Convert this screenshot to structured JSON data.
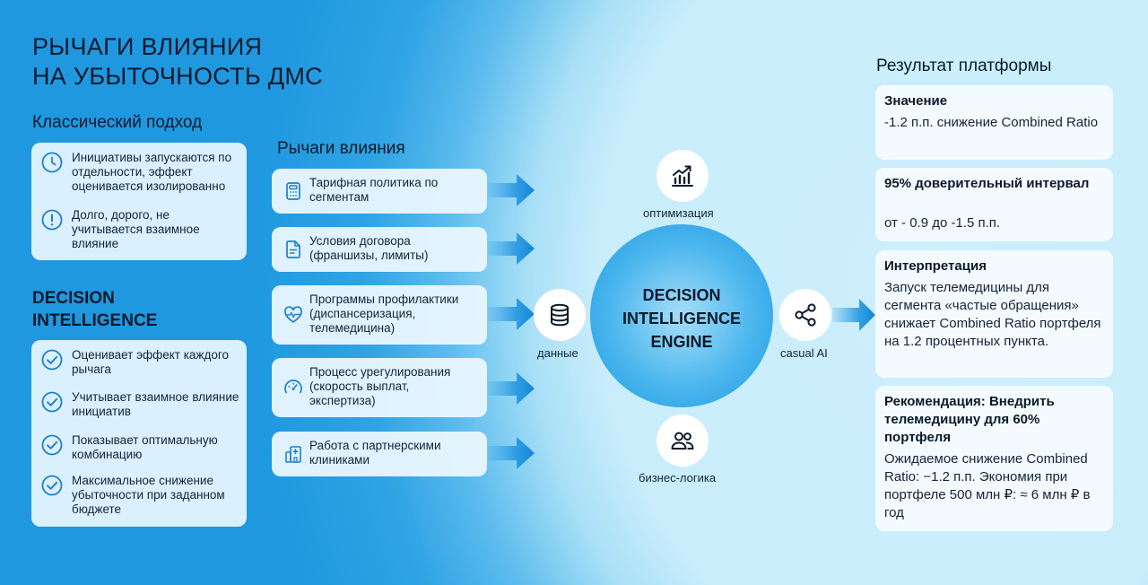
{
  "title": {
    "line1": "РЫЧАГИ ВЛИЯНИЯ",
    "line2": "НА УБЫТОЧНОСТЬ ДМС"
  },
  "classic": {
    "heading": "Классический подход",
    "items": [
      {
        "icon": "clock-icon",
        "text": "Инициативы запускаются по отдельности, эффект оценивается изолированно"
      },
      {
        "icon": "alert-circle-icon",
        "text": "Долго, дорого, не учитывается взаимное влияние"
      }
    ]
  },
  "di": {
    "heading_line1": "DECISION",
    "heading_line2": "INTELLIGENCE",
    "items": [
      {
        "icon": "check-circle-icon",
        "text": "Оценивает эффект каждого рычага"
      },
      {
        "icon": "check-circle-icon",
        "text": "Учитывает взаимное влияние инициатив"
      },
      {
        "icon": "check-circle-icon",
        "text": "Показывает оптимальную комбинацию"
      },
      {
        "icon": "check-circle-icon",
        "text": "Максимальное снижение убыточности при заданном бюджете"
      }
    ]
  },
  "levers": {
    "heading": "Рычаги влияния",
    "items": [
      {
        "icon": "calculator-icon",
        "text": "Тарифная политика по сегментам"
      },
      {
        "icon": "document-icon",
        "text": "Условия договора (франшизы, лимиты)"
      },
      {
        "icon": "heart-pulse-icon",
        "text": "Программы профилактики (диспансеризация, телемедицина)"
      },
      {
        "icon": "speedometer-icon",
        "text": "Процесс урегулирования (скорость выплат, экспертиза)"
      },
      {
        "icon": "hospital-icon",
        "text": "Работа с партнерскими клиниками"
      }
    ]
  },
  "engine": {
    "line1": "DECISION",
    "line2": "INTELLIGENCE",
    "line3": "ENGINE",
    "nodes": {
      "optimization": {
        "icon": "chart-up-icon",
        "label": "оптимизация"
      },
      "data": {
        "icon": "database-icon",
        "label": "данные"
      },
      "ai": {
        "icon": "share-icon",
        "label": "casual AI"
      },
      "logic": {
        "icon": "users-icon",
        "label": "бизнес-логика"
      }
    }
  },
  "results": {
    "heading": "Результат платформы",
    "value": {
      "title": "Значение",
      "body": "-1.2 п.п. снижение Combined Ratio"
    },
    "interval": {
      "title": "95% доверительный интервал",
      "body": "от - 0.9 до -1.5 п.п."
    },
    "interpretation": {
      "title": "Интерпретация",
      "body": "Запуск телемедицины для сегмента «частые обращения» снижает Combined Ratio портфеля на 1.2 процентных пункта."
    },
    "recommendation": {
      "title": "Рекомендация: Внедрить телемедицину для 60% портфеля",
      "body": "Ожидаемое снижение Combined Ratio: −1.2 п.п. Экономия при портфеле 500 млн ₽: ≈ 6 млн ₽ в год"
    }
  },
  "colors": {
    "accent": "#1e9be3",
    "icon_blue": "#1f7fcf",
    "text_dark": "#0b1a2b"
  }
}
